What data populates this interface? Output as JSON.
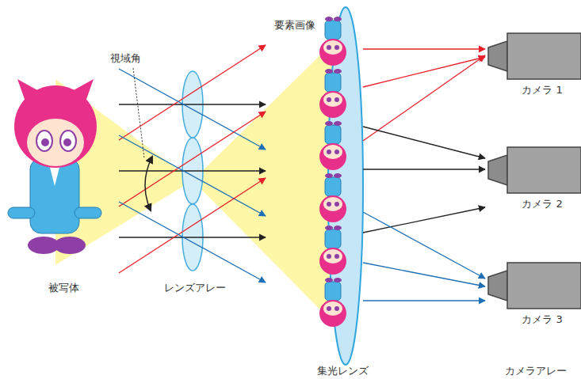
{
  "diagram": {
    "nodes": [
      {
        "text": [
          "カメラ 1"
        ]
      },
      {
        "text": [
          "カメラ 2"
        ]
      },
      {
        "text": [
          "カメラ 3"
        ]
      }
    ],
    "labels": [
      "要素画像",
      "視域角",
      "被写体",
      "レンズアレー",
      "集光レンズ",
      "カメラアレー"
    ]
  }
}
